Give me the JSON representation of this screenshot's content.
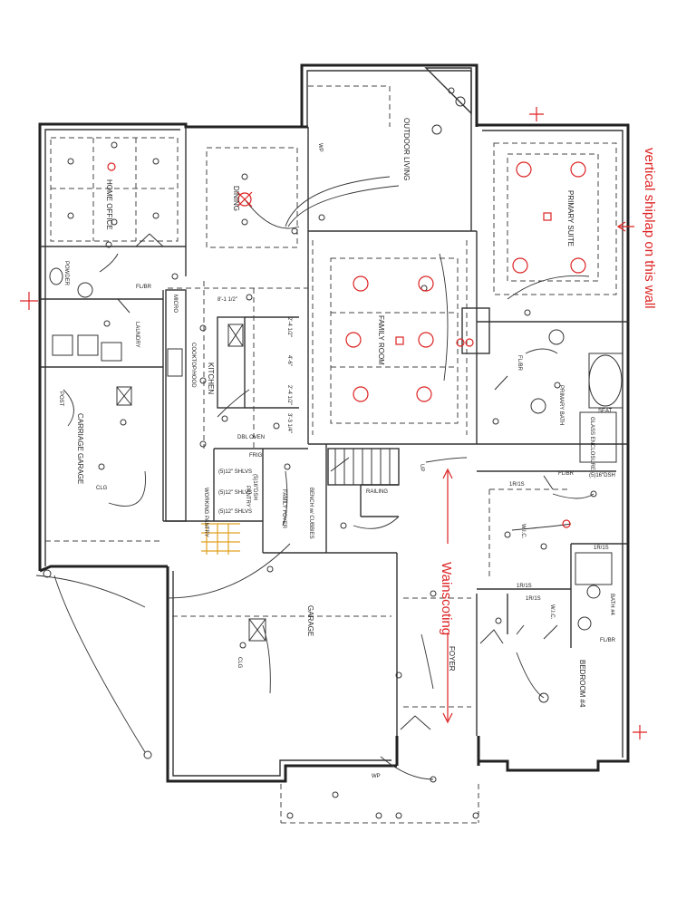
{
  "rooms": {
    "home_office": "HOME OFFICE",
    "dining": "DINING",
    "outdoor_living": "OUTDOOR LIVING",
    "primary_suite": "PRIMARY SUITE",
    "family_room": "FAMILY ROOM",
    "kitchen": "KITCHEN",
    "laundry": "LAUNDRY",
    "powder": "POWDER",
    "carriage_garage": "CARRIAGE GARAGE",
    "garage": "GARAGE",
    "foyer": "FOYER",
    "family_foyer": "FAMILY FOYER",
    "bench": "BENCH w/ CUBBIES",
    "pantry": "PANTRY",
    "working_pantry": "WORKING PANTRY",
    "primary_bath": "PRIMARY BATH",
    "wic": "W.I.C.",
    "wic2": "W.I.C.",
    "bedroom4": "BEDROOM #4",
    "bath4": "BATH #4"
  },
  "labels": {
    "wp_top": "WP",
    "wp_bottom": "WP",
    "fl_br1": "FL/BR",
    "fl_br2": "FL/BR",
    "fl_br3": "FL/BR",
    "fl_br4": "FL/BR",
    "railing": "RAILING",
    "up": "UP",
    "dbl_oven": "DBL OVEN",
    "fridge": "FRIG",
    "cooktop": "COOKTOP/HOOD",
    "micro": "MICRO",
    "clg1": "CLG",
    "clg2": "CLG",
    "shlvs1": "(5)12\" SHLVS",
    "shlvs2": "(5)12\" SHLVS",
    "shlvs3": "(5)16\"DSH",
    "shlvs4": "(5)16\"DSH",
    "seat": "SEAT",
    "glass": "GLASS ENCLOSURE",
    "dim1": "8'-1 1/2\"",
    "dim2": "2'-4 1/2\"",
    "dim3": "4'-6\"",
    "dim4": "2'-4 1/2\"",
    "dim5": "3'-3 1/4\"",
    "post": "POST",
    "hr1": "1R/1S",
    "hr2": "1R/1S",
    "hr3": "1R/1S",
    "hr4": "1R/1S",
    "shlvs5": "(5)12\" SHLVS"
  },
  "annotations": {
    "shiplap": "vertical shiplap on this wall",
    "wainscoting": "Wainscoting"
  },
  "colors": {
    "accent": "#dd2222",
    "line": "#222222",
    "highlight": "#e0a020"
  }
}
